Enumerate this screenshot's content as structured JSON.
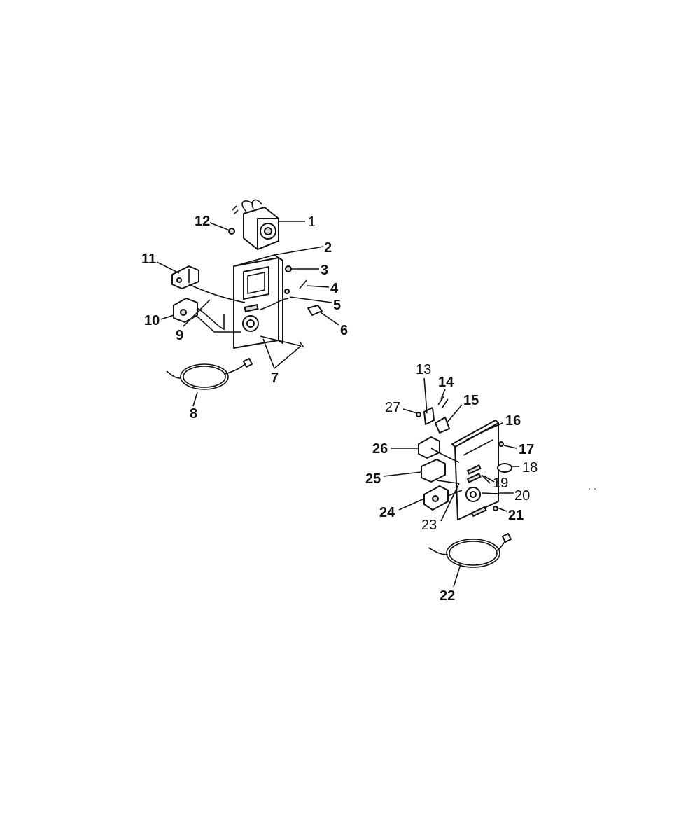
{
  "diagram": {
    "assembly_a": {
      "labels": [
        "1",
        "2",
        "3",
        "4",
        "5",
        "6",
        "7",
        "8",
        "9",
        "10",
        "11",
        "12"
      ]
    },
    "assembly_b": {
      "labels": [
        "13",
        "14",
        "15",
        "16",
        "17",
        "18",
        "19",
        "20",
        "21",
        "22",
        "23",
        "24",
        "25",
        "26",
        "27"
      ]
    }
  }
}
